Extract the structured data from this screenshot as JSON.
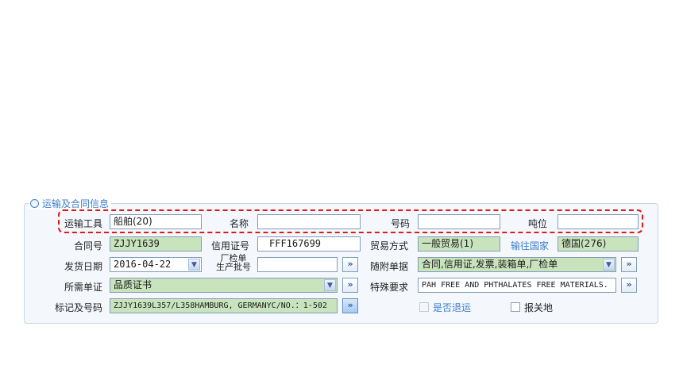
{
  "section": {
    "title": "运输及合同信息"
  },
  "row1": {
    "transport_label": "运输工具",
    "transport_value": "船舶(20)",
    "name_label": "名称",
    "name_value": "",
    "number_label": "号码",
    "number_value": "",
    "tonnage_label": "吨位",
    "tonnage_value": ""
  },
  "row2": {
    "contract_label": "合同号",
    "contract_value": "ZJJY1639",
    "lc_label": "信用证号",
    "lc_value": "FFF167699",
    "trade_label": "贸易方式",
    "trade_value": "一般贸易(1)",
    "dest_label": "输往国家",
    "dest_value": "德国(276)"
  },
  "row3": {
    "ship_date_label": "发货日期",
    "ship_date_value": "2016-04-22",
    "factory_label_line1": "厂检单",
    "factory_label_line2": "生产批号",
    "factory_value": "",
    "docs_label": "随附单据",
    "docs_value": "合同,信用证,发票,装箱单,厂检单"
  },
  "row4": {
    "cert_label": "所需单证",
    "cert_value": "品质证书",
    "special_label": "特殊要求",
    "special_value": "PAH FREE AND PHTHALATES FREE MATERIALS."
  },
  "row5": {
    "marks_label": "标记及号码",
    "marks_value": "ZJJY1639L357/L358HAMBURG, GERMANYC/NO.：1-502",
    "return_label": "是否退运",
    "customs_label": "报关地"
  },
  "icons": {
    "more": "»",
    "dropdown": "▼"
  }
}
